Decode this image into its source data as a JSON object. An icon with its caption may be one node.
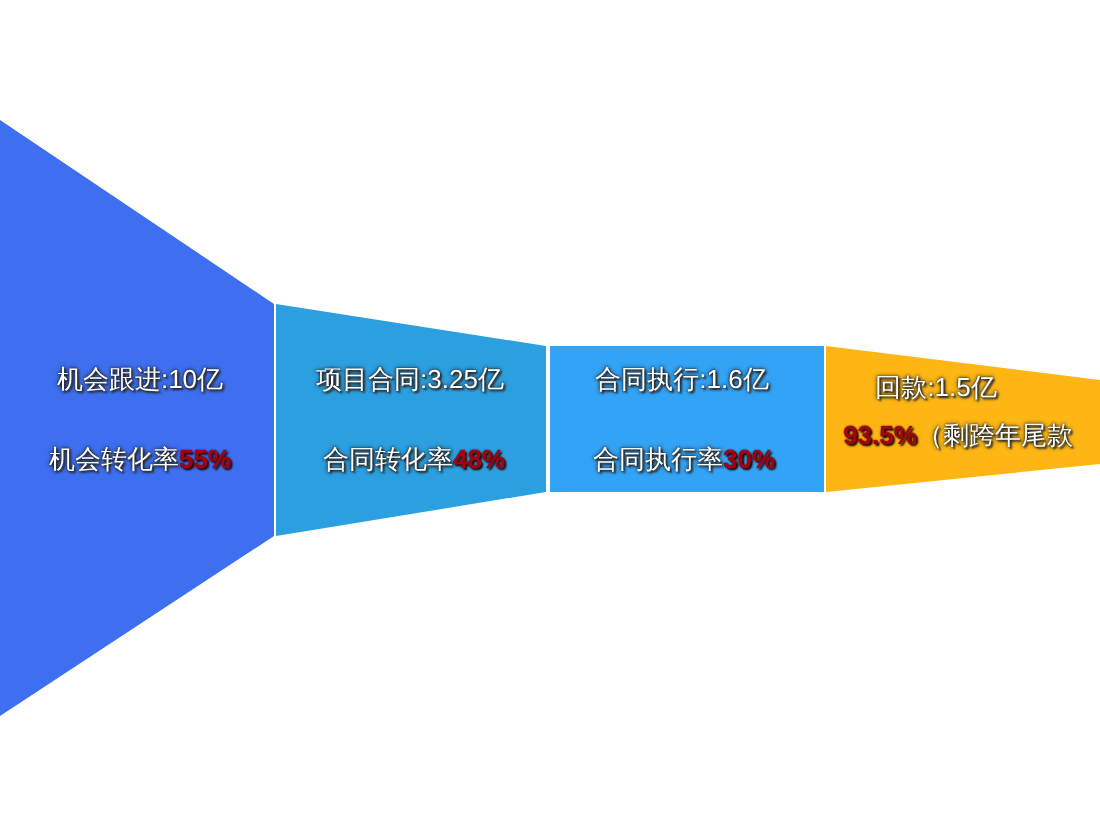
{
  "diagram": {
    "nodes": [
      {
        "text": [
          "机会跟进:10亿",
          "机会转化率**55%**"
        ]
      },
      {
        "text": [
          "项目合同:3.25亿",
          "合同转化率**48%**"
        ]
      },
      {
        "text": [
          "合同执行:1.6亿",
          "合同执行率**30%**"
        ]
      },
      {
        "text": [
          "回款:1.5亿",
          "**93.5%**（剩跨年尾款"
        ]
      }
    ]
  }
}
